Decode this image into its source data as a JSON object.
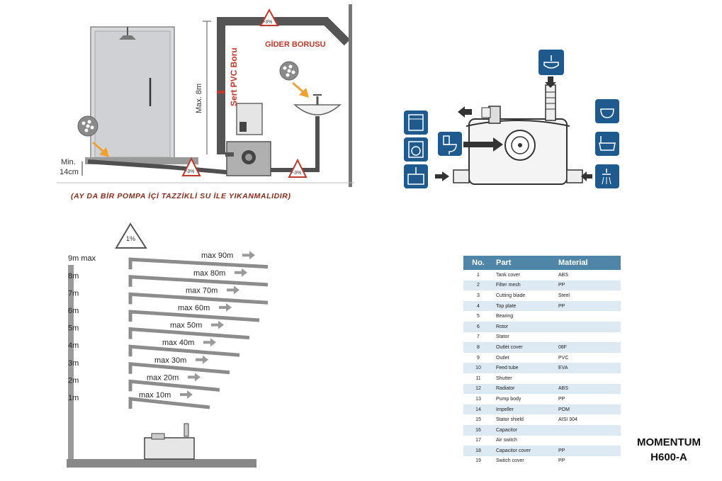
{
  "installation": {
    "pipe_label": "GİDER BORUSU",
    "pvc_label": "Sert PVC Boru",
    "height_label": "Max. 8m",
    "min_label_1": "Min.",
    "min_label_2": "14cm",
    "slope_label": "~3%",
    "slope_label_alt": ">3%",
    "caption": "(AY DA BİR POMPA İÇİ TAZZİKLİ SU İLE YIKANMALIDIR)",
    "colors": {
      "pipe": "#555555",
      "red_text": "#c0392b",
      "caption": "#8b2c1a",
      "arrow": "#f0a030"
    }
  },
  "pump_connections": {
    "icons": [
      "bidet-icon",
      "dishwasher-icon",
      "washing-machine-icon",
      "toilet-icon",
      "sink-icon",
      "basin-icon",
      "bathtub-icon",
      "shower-icon"
    ],
    "colors": {
      "icon_bg": "#1e5a8e",
      "arrow": "#333333"
    }
  },
  "height_chart": {
    "slope": "1%",
    "heights": [
      "1m",
      "2m",
      "3m",
      "4m",
      "5m",
      "6m",
      "7m",
      "8m",
      "9m max"
    ],
    "distances": [
      "max 10m",
      "max 20m",
      "max 30m",
      "max 40m",
      "max 50m",
      "max 60m",
      "max 70m",
      "max 80m",
      "max 90m"
    ]
  },
  "parts_table": {
    "headers": {
      "no": "No.",
      "part": "Part",
      "material": "Material"
    },
    "rows": [
      {
        "no": "1",
        "part": "Tank cover",
        "material": "ABS"
      },
      {
        "no": "2",
        "part": "Filter mesh",
        "material": "PP"
      },
      {
        "no": "3",
        "part": "Cutting blade",
        "material": "Steel"
      },
      {
        "no": "4",
        "part": "Top plate",
        "material": "PP"
      },
      {
        "no": "5",
        "part": "Bearing",
        "material": ""
      },
      {
        "no": "6",
        "part": "Rotor",
        "material": ""
      },
      {
        "no": "7",
        "part": "Stator",
        "material": ""
      },
      {
        "no": "8",
        "part": "Outlet cover",
        "material": "08F"
      },
      {
        "no": "9",
        "part": "Outlet",
        "material": "PVC"
      },
      {
        "no": "10",
        "part": "Feed tube",
        "material": "EVA"
      },
      {
        "no": "11",
        "part": "Shutter",
        "material": ""
      },
      {
        "no": "12",
        "part": "Radiator",
        "material": "ABS"
      },
      {
        "no": "13",
        "part": "Pump body",
        "material": "PP"
      },
      {
        "no": "14",
        "part": "Impeller",
        "material": "POM"
      },
      {
        "no": "15",
        "part": "Stator shield",
        "material": "AISI 304"
      },
      {
        "no": "16",
        "part": "Capacitor",
        "material": ""
      },
      {
        "no": "17",
        "part": "Air switch",
        "material": ""
      },
      {
        "no": "18",
        "part": "Capacitor cover",
        "material": "PP"
      },
      {
        "no": "19",
        "part": "Switch cover",
        "material": "PP"
      }
    ],
    "colors": {
      "header_bg": "#4f86a8",
      "row_alt": "#dde9f3"
    }
  },
  "product": {
    "brand": "MOMENTUM",
    "model": "H600-A"
  }
}
